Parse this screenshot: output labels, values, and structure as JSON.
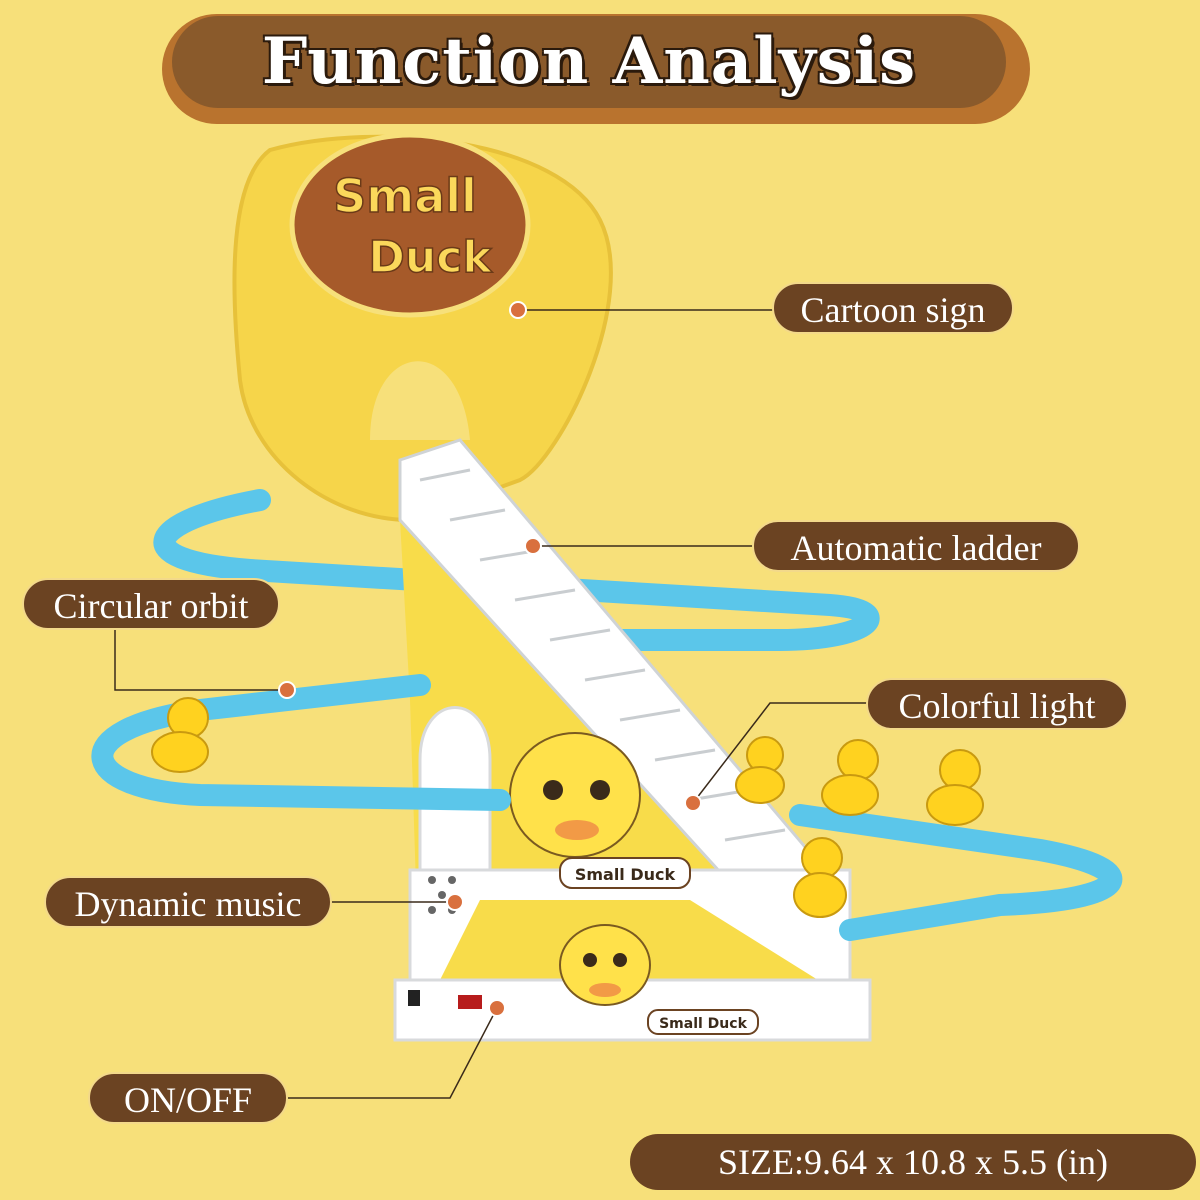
{
  "title": "Function Analysis",
  "sign": {
    "line1": "Small",
    "line2": "Duck"
  },
  "labels": {
    "cartoon_sign": "Cartoon sign",
    "automatic_ladder": "Automatic ladder",
    "circular_orbit": "Circular orbit",
    "colorful_light": "Colorful light",
    "dynamic_music": "Dynamic music",
    "on_off": "ON/OFF"
  },
  "base_text_1": "Small Duck",
  "base_text_2": "Small Duck",
  "size": "SIZE:9.64 x 10.8 x 5.5 (in)",
  "colors": {
    "background": "#f7e07a",
    "label_bg": "#6b4322",
    "track": "#5bc6ea",
    "dot": "#d9703e"
  }
}
